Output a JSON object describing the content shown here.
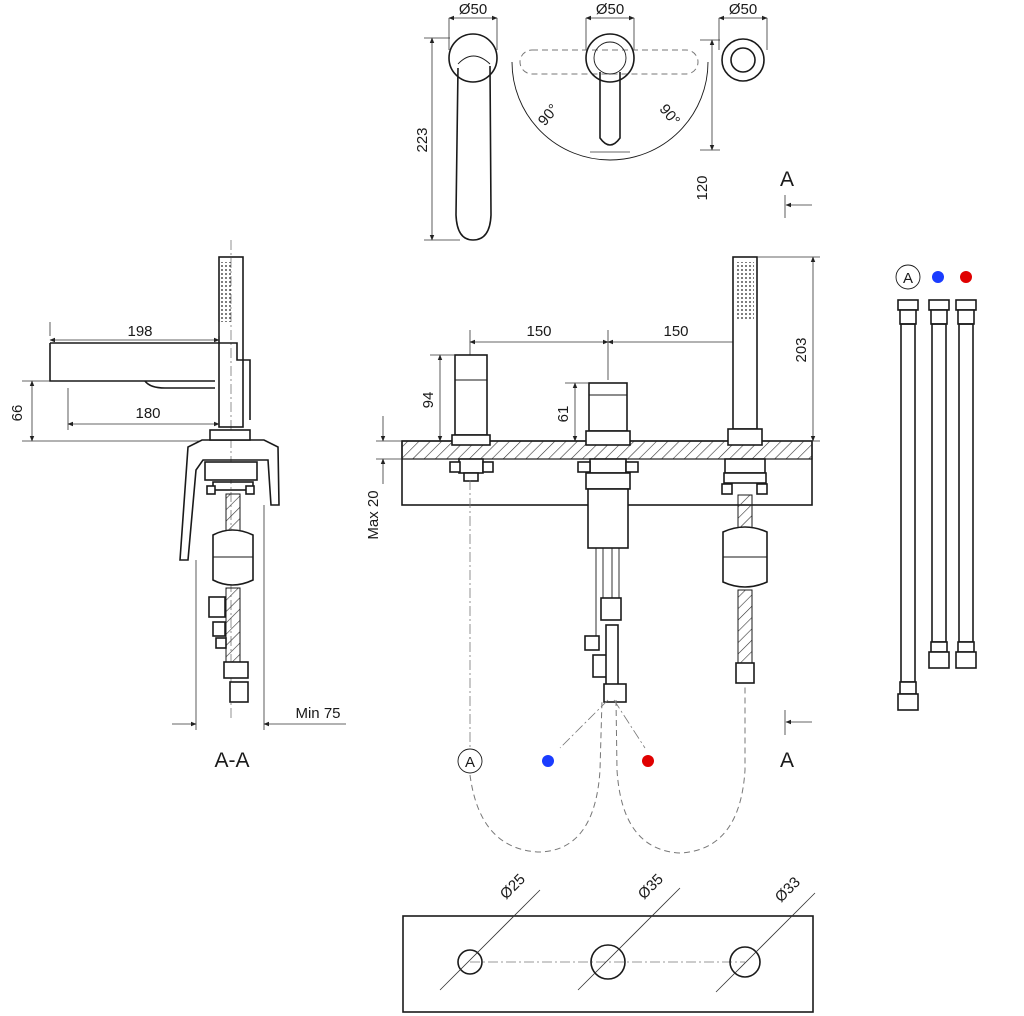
{
  "top_views": {
    "diameter_left": "Ø50",
    "diameter_mid": "Ø50",
    "diameter_right": "Ø50",
    "height_223": "223",
    "angle_left": "90°",
    "angle_right": "90°",
    "height_120": "120",
    "section_marker_top": "A"
  },
  "section_view": {
    "spout_length": "198",
    "spout_reach": "180",
    "spout_height": "66",
    "clearance": "Min 75",
    "label": "A-A"
  },
  "front_view": {
    "spacing_left": "150",
    "spacing_right": "150",
    "handshower_height": "203",
    "spout_height": "94",
    "mixer_height": "61",
    "deck_thickness": "Max 20",
    "hose_label": "A",
    "section_marker_bottom": "A"
  },
  "hoses_legend": {
    "label": "A",
    "cold_color": "#1a3cff",
    "hot_color": "#e00000"
  },
  "cutout_view": {
    "hole_1": "Ø25",
    "hole_2": "Ø35",
    "hole_3": "Ø33"
  }
}
